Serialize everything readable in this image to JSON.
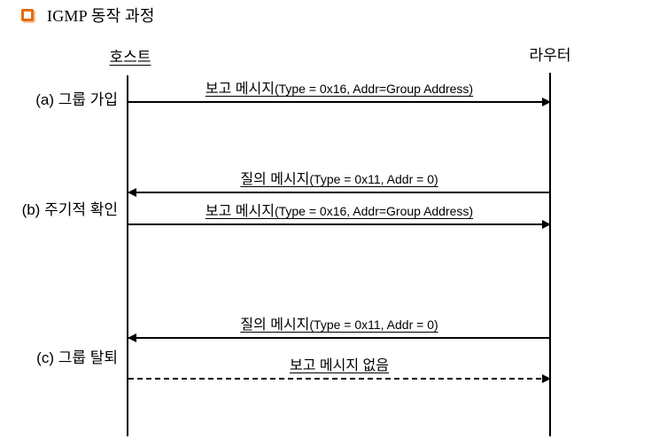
{
  "title": {
    "text": "IGMP 동작 과정",
    "bullet_color": "#E36C0A"
  },
  "actors": {
    "host": "호스트",
    "router": "라우터"
  },
  "sections": [
    {
      "label": "(a) 그룹 가입",
      "messages": [
        {
          "korean": "보고 메시지",
          "detail": "(Type = 0x16, Addr=Group Address)",
          "direction": "host-to-router",
          "line_style": "solid"
        }
      ]
    },
    {
      "label": "(b) 주기적 확인",
      "messages": [
        {
          "korean": "질의 메시지",
          "detail": "(Type = 0x11, Addr = 0)",
          "direction": "router-to-host",
          "line_style": "solid"
        },
        {
          "korean": "보고 메시지",
          "detail": "(Type = 0x16, Addr=Group Address)",
          "direction": "host-to-router",
          "line_style": "solid"
        }
      ]
    },
    {
      "label": "(c) 그룹 탈퇴",
      "messages": [
        {
          "korean": "질의 메시지",
          "detail": "(Type = 0x11, Addr = 0)",
          "direction": "router-to-host",
          "line_style": "solid"
        },
        {
          "korean": "보고 메시지 없음",
          "detail": "",
          "direction": "host-to-router",
          "line_style": "dashed"
        }
      ]
    }
  ],
  "colors": {
    "line": "#000000",
    "text": "#000000",
    "accent_orange": "#E36C0A"
  }
}
